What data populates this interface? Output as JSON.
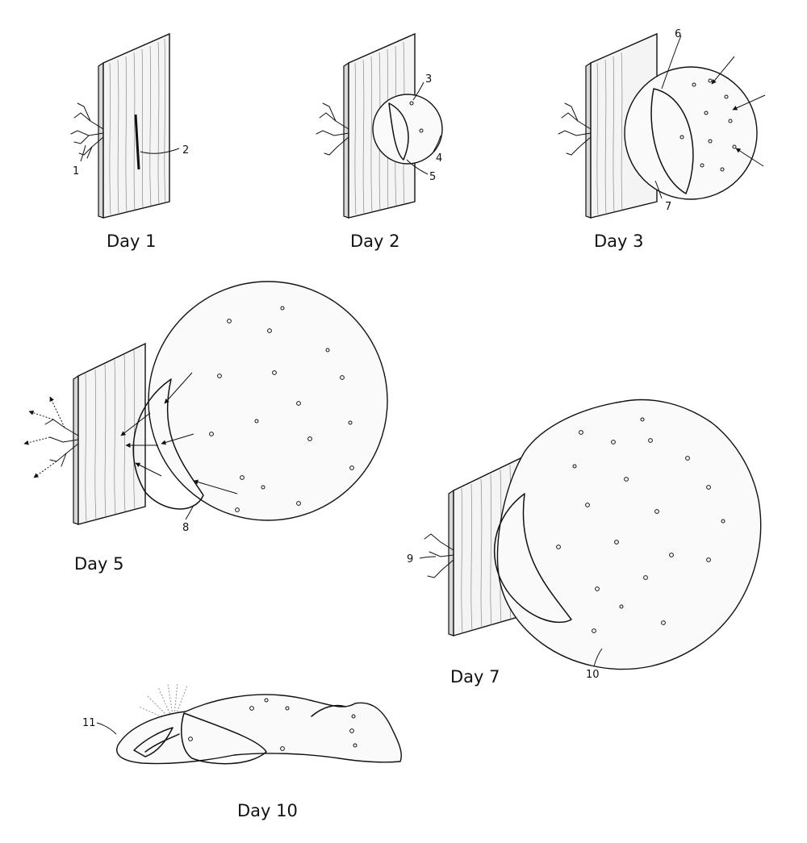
{
  "day_labels": {
    "d1": "Day 1",
    "d2": "Day 2",
    "d3": "Day 3",
    "d5": "Day 5",
    "d7": "Day 7",
    "d10": "Day 10"
  },
  "reference_numerals": {
    "n1": "1",
    "n2": "2",
    "n3": "3",
    "n4": "4",
    "n5": "5",
    "n6": "6",
    "n7": "7",
    "n8": "8",
    "n9": "9",
    "n10": "10",
    "n11": "11"
  }
}
